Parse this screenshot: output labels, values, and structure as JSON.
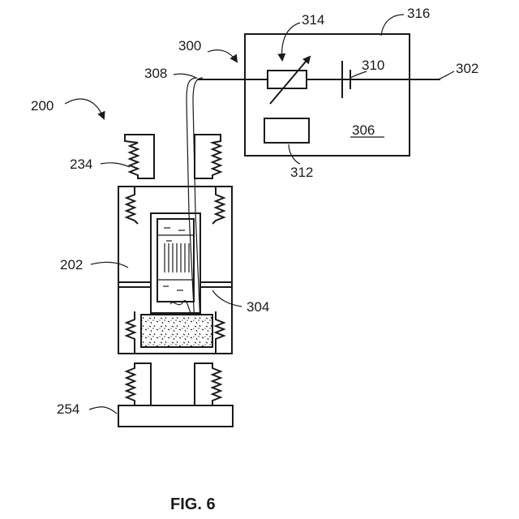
{
  "figure": {
    "caption": "FIG. 6"
  },
  "labels": {
    "l200": "200",
    "l202": "202",
    "l234": "234",
    "l254": "254",
    "l300": "300",
    "l302": "302",
    "l304": "304",
    "l306": "306",
    "l308": "308",
    "l310": "310",
    "l312": "312",
    "l314": "314",
    "l316": "316"
  }
}
